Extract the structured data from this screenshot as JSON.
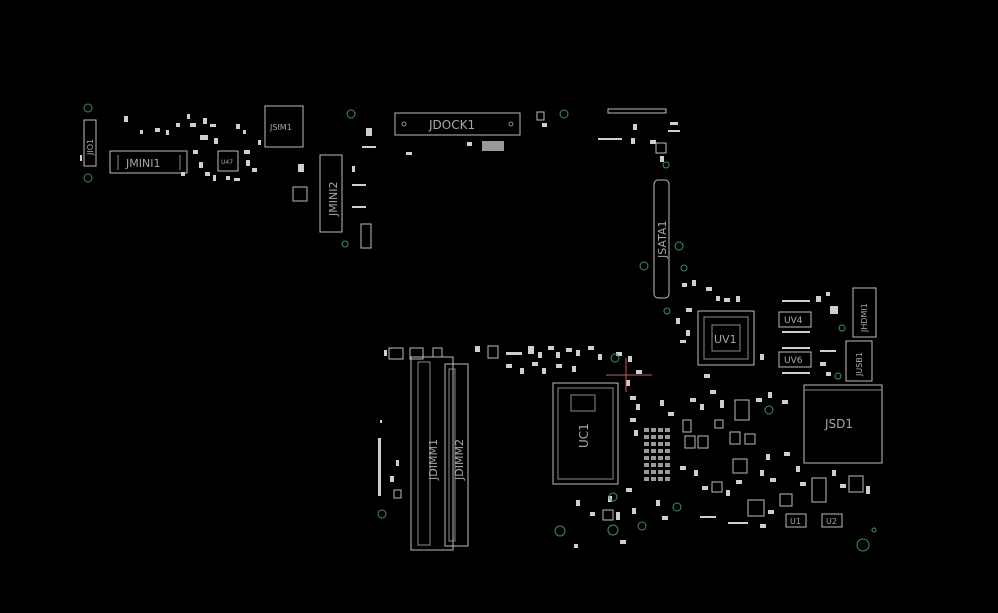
{
  "board": {
    "labels": {
      "jdock1": "JDOCK1",
      "jsim1": "JSIM1",
      "jmini1": "JMINI1",
      "jmini2": "JMINI2",
      "jio1": "JIO1",
      "u47": "U47",
      "jsata1": "JSATA1",
      "jhdmi1": "JHDMI1",
      "jusb1": "JUSB1",
      "uv1": "UV1",
      "uv4": "UV4",
      "uv6": "UV6",
      "jsd1": "JSD1",
      "uc1": "UC1",
      "jdimm1": "JDIMM1",
      "jdimm2": "JDIMM2",
      "u1": "U1",
      "u2": "U2"
    },
    "colors": {
      "background": "#000000",
      "outline": "#bdbdbd",
      "via": "#3f8a78",
      "cursor": "#c06060"
    }
  }
}
